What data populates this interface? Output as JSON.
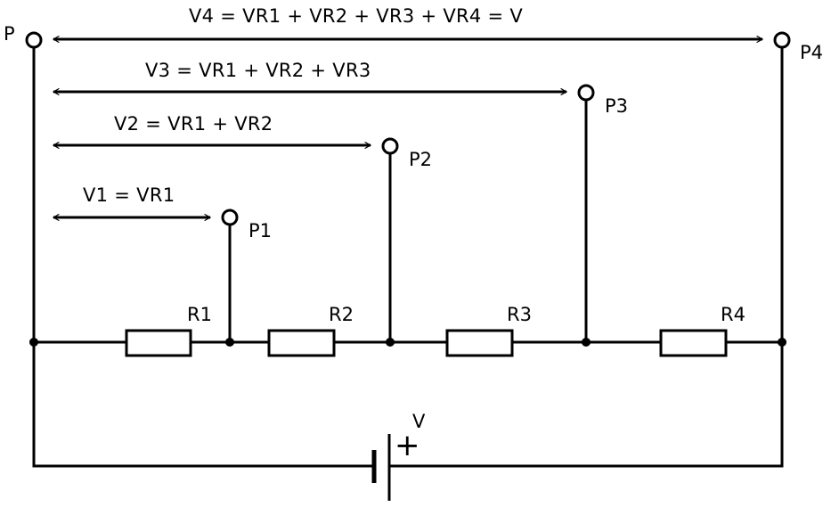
{
  "labels": {
    "P": "P",
    "P1": "P1",
    "P2": "P2",
    "P3": "P3",
    "P4": "P4",
    "R1": "R1",
    "R2": "R2",
    "R3": "R3",
    "R4": "R4",
    "V": "V",
    "plus": "+"
  },
  "equations": {
    "v1": "V1 = VR1",
    "v2": "V2 = VR1 + VR2",
    "v3": "V3 = VR1 + VR2 + VR3",
    "v4": "V4 = VR1 + VR2 + VR3 + VR4 = V"
  },
  "colors": {
    "line": "#000000",
    "background": "#ffffff"
  }
}
